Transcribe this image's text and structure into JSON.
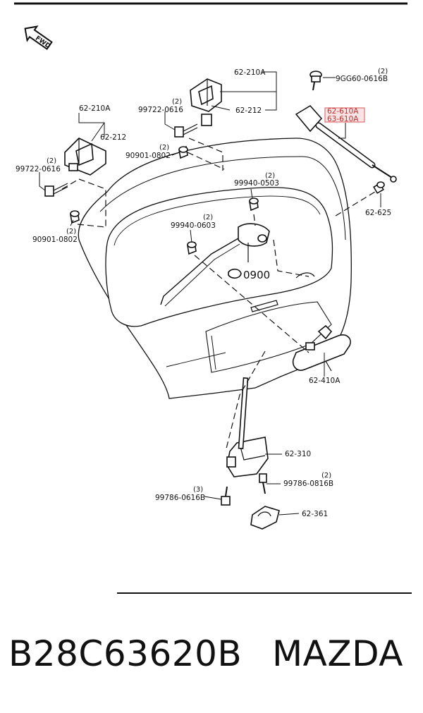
{
  "labels": {
    "hinge_left_group": "62-210A",
    "hinge_left_part": "62-212",
    "bolt_left_hinge": "99722-0616",
    "bolt_left_qty": "(2)",
    "nut_left_hinge": "90901-0802",
    "nut_left_qty": "(2)",
    "hinge_right_group": "62-210A",
    "hinge_right_part": "62-212",
    "bolt_right_hinge": "99722-0616",
    "bolt_right_qty": "(2)",
    "nut_right_hinge": "90901-0802",
    "nut_right_qty": "(2)",
    "strut_screw": "9GG60-0616B",
    "strut_screw_qty": "(2)",
    "strut_1": "62-610A",
    "strut_2": "63-610A",
    "strut_ball": "62-625",
    "nut_upper": "99940-0503",
    "nut_upper_qty": "(2)",
    "nut_mid": "99940-0603",
    "nut_mid_qty": "(2)",
    "ref_0900": "0900",
    "handle": "62-410A",
    "lock": "62-310",
    "bolt_lock_right": "99786-0816B",
    "bolt_lock_right_qty": "(2)",
    "bolt_lock_left": "99786-0616B",
    "bolt_lock_left_qty": "(3)",
    "striker": "62-361",
    "fwd": "FWD"
  },
  "highlight_color": "#e07070",
  "footer": {
    "part_number": "B28C63620B",
    "brand": "MAZDA"
  }
}
